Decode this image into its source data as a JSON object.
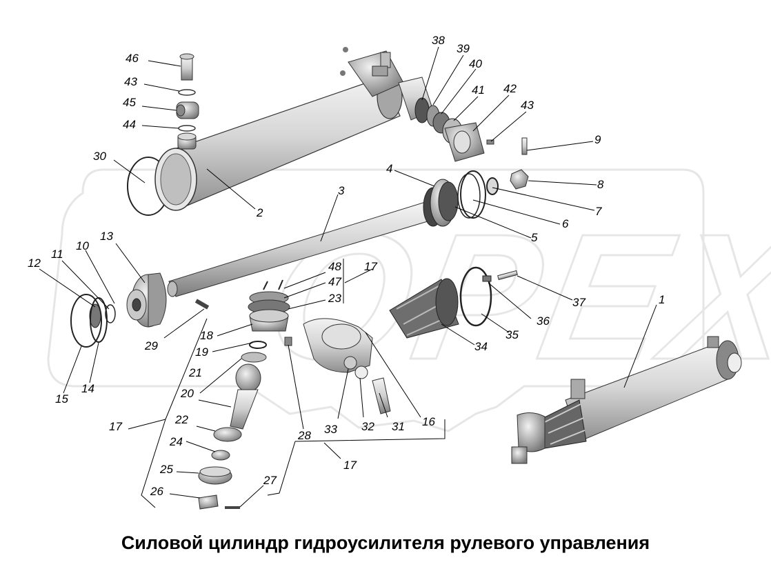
{
  "caption": "Силовой цилиндр гидроусилителя рулевого управления",
  "watermark": "OPEX",
  "colors": {
    "part_fill": "#d9d9d9",
    "part_dark": "#8c8c8c",
    "ink": "#000000",
    "watermark": "#e6e6e6"
  },
  "callouts": [
    {
      "label": "1"
    },
    {
      "label": "2"
    },
    {
      "label": "3"
    },
    {
      "label": "4"
    },
    {
      "label": "5"
    },
    {
      "label": "6"
    },
    {
      "label": "7"
    },
    {
      "label": "8"
    },
    {
      "label": "9"
    },
    {
      "label": "10"
    },
    {
      "label": "11"
    },
    {
      "label": "12"
    },
    {
      "label": "13"
    },
    {
      "label": "14"
    },
    {
      "label": "15"
    },
    {
      "label": "16"
    },
    {
      "label": "17"
    },
    {
      "label": "17"
    },
    {
      "label": "17"
    },
    {
      "label": "18"
    },
    {
      "label": "19"
    },
    {
      "label": "20"
    },
    {
      "label": "21"
    },
    {
      "label": "22"
    },
    {
      "label": "23"
    },
    {
      "label": "24"
    },
    {
      "label": "25"
    },
    {
      "label": "26"
    },
    {
      "label": "27"
    },
    {
      "label": "28"
    },
    {
      "label": "29"
    },
    {
      "label": "30"
    },
    {
      "label": "31"
    },
    {
      "label": "32"
    },
    {
      "label": "33"
    },
    {
      "label": "34"
    },
    {
      "label": "35"
    },
    {
      "label": "36"
    },
    {
      "label": "37"
    },
    {
      "label": "38"
    },
    {
      "label": "39"
    },
    {
      "label": "40"
    },
    {
      "label": "41"
    },
    {
      "label": "42"
    },
    {
      "label": "43"
    },
    {
      "label": "43"
    },
    {
      "label": "44"
    },
    {
      "label": "45"
    },
    {
      "label": "46"
    },
    {
      "label": "47"
    },
    {
      "label": "48"
    }
  ]
}
